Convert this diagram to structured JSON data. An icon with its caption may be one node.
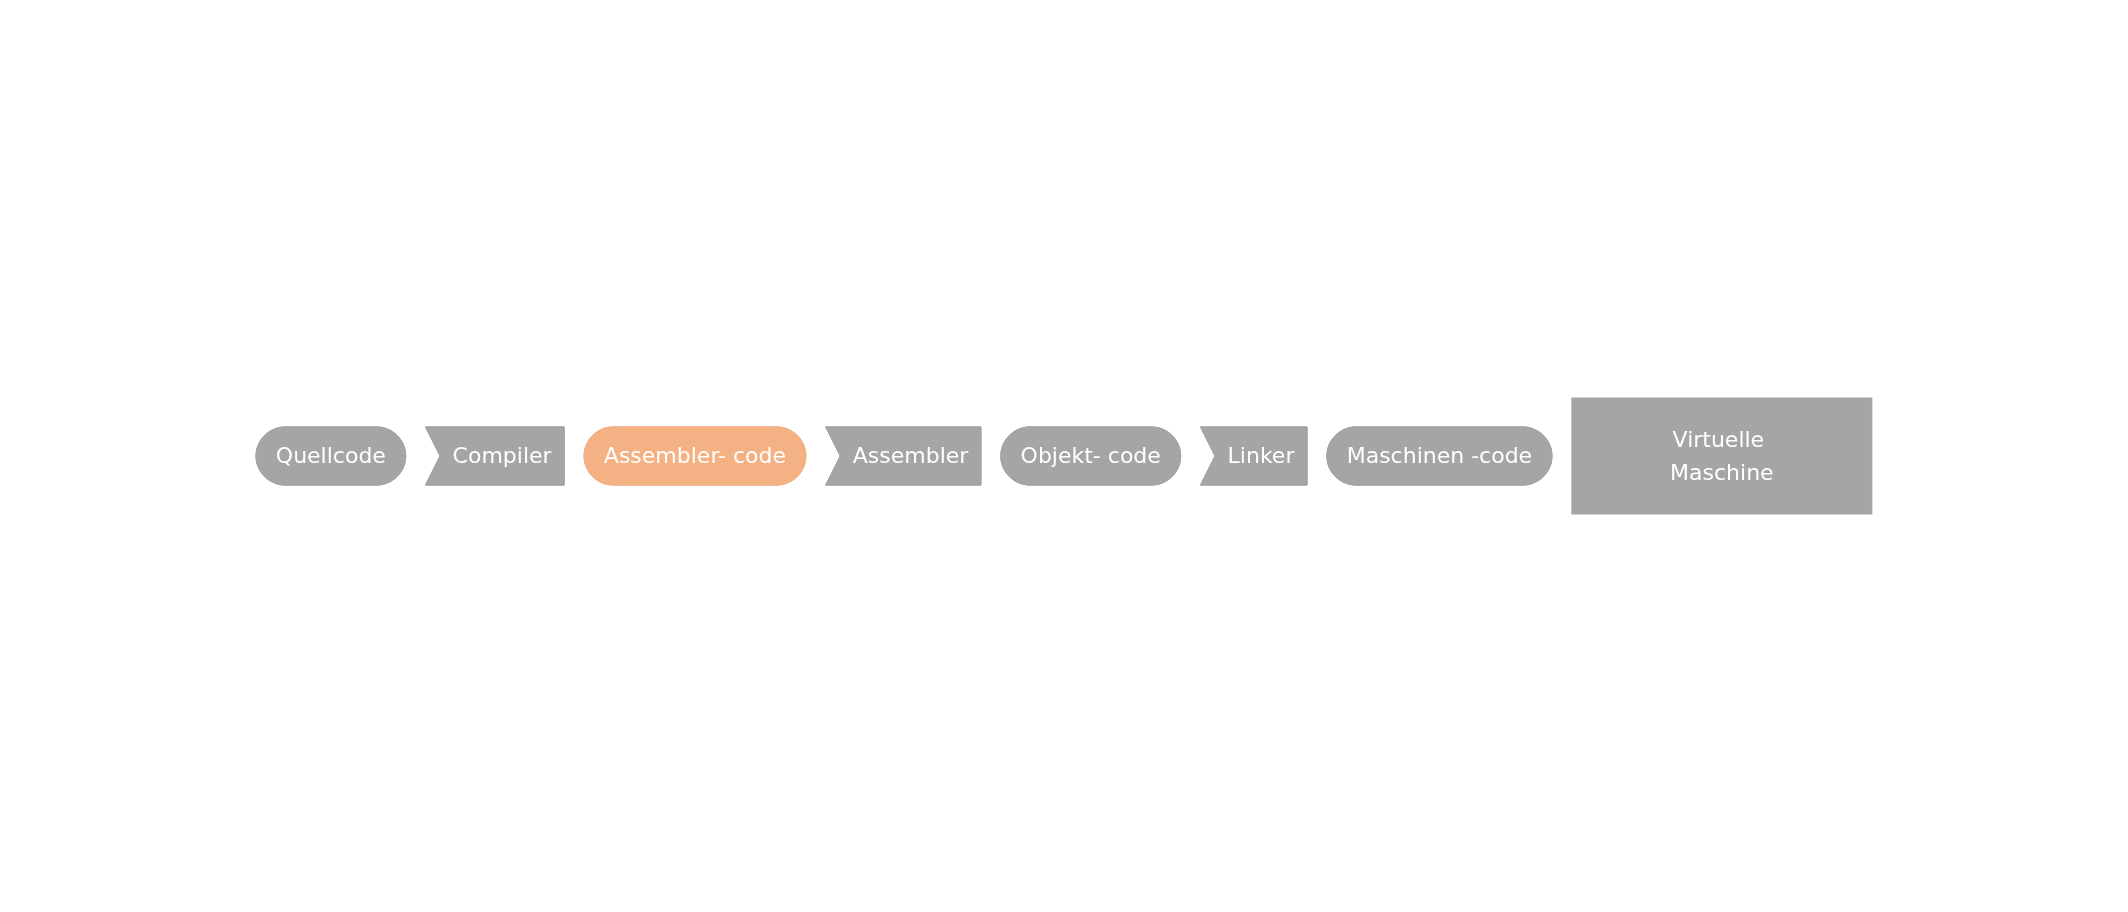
{
  "diagram": {
    "nodes": [
      {
        "text": [
          "Quellcode"
        ]
      },
      {
        "text": [
          "Compiler"
        ]
      },
      {
        "text": [
          "Assembler- code"
        ]
      },
      {
        "text": [
          "Assembler"
        ]
      },
      {
        "text": [
          "Objekt- code"
        ]
      },
      {
        "text": [
          "Linker"
        ]
      },
      {
        "text": [
          "Maschinen -code"
        ]
      },
      {
        "text": [
          "Virtuelle Maschine"
        ]
      }
    ]
  }
}
